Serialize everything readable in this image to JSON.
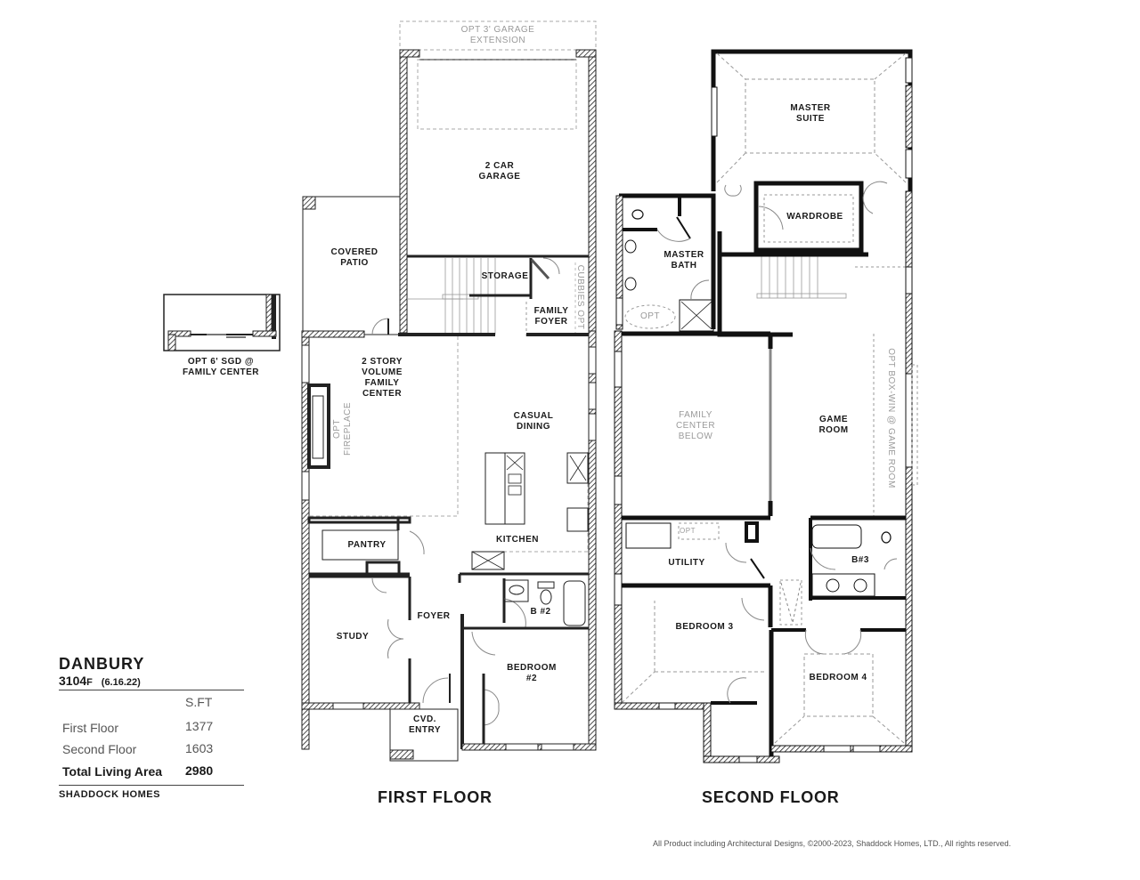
{
  "plan": {
    "name": "DANBURY",
    "model": "3104",
    "model_suffix": "F",
    "date": "(6.16.22)",
    "sqft_header": "S.FT",
    "rows": [
      {
        "label": "First Floor",
        "value": "1377"
      },
      {
        "label": "Second Floor",
        "value": "1603"
      },
      {
        "label": "Total Living Area",
        "value": "2980"
      }
    ],
    "builder": "SHADDOCK HOMES"
  },
  "option_inset": {
    "caption": "OPT 6' SGD @\nFAMILY CENTER"
  },
  "first_floor": {
    "title": "FIRST FLOOR",
    "rooms": {
      "garage_ext": "OPT 3' GARAGE\nEXTENSION",
      "garage": "2 CAR\nGARAGE",
      "patio": "COVERED\nPATIO",
      "storage": "STORAGE",
      "cubbies": "CUBBIES OPT",
      "family_foyer": "FAMILY\nFOYER",
      "family_center": "2 STORY\nVOLUME\nFAMILY\nCENTER",
      "fireplace": "OPT\nFIREPLACE",
      "casual_dining": "CASUAL\nDINING",
      "kitchen": "KITCHEN",
      "pantry": "PANTRY",
      "foyer": "FOYER",
      "study": "STUDY",
      "bath2": "B #2",
      "bedroom2": "BEDROOM\n#2",
      "cvd_entry": "CVD.\nENTRY"
    }
  },
  "second_floor": {
    "title": "SECOND FLOOR",
    "rooms": {
      "master_suite": "MASTER\nSUITE",
      "wardrobe": "WARDROBE",
      "master_bath": "MASTER\nBATH",
      "opt_tub": "OPT",
      "family_below": "FAMILY\nCENTER\nBELOW",
      "game_room": "GAME\nROOM",
      "box_win": "OPT BOX-WIN\n@ GAME ROOM",
      "utility": "UTILITY",
      "opt_utility": "OPT",
      "bath3": "B#3",
      "bedroom3": "BEDROOM 3",
      "bedroom4": "BEDROOM 4"
    }
  },
  "copyright": "All Product including Architectural Designs, ©2000-2023, Shaddock Homes, LTD., All rights reserved."
}
